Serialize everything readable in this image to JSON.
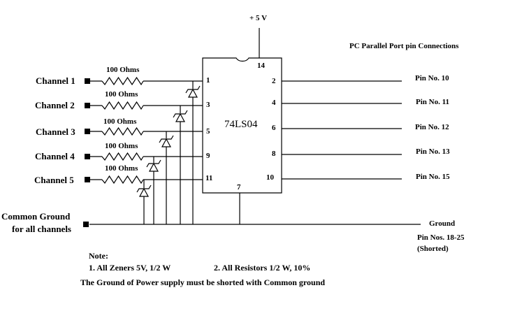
{
  "diagram": {
    "power_label": "+ 5 V",
    "title": "PC Parallel Port pin Connections",
    "chip": {
      "name": "74LS04",
      "vcc_pin": "14",
      "gnd_pin": "7",
      "input_pins": [
        "1",
        "3",
        "5",
        "9",
        "11"
      ],
      "output_pins": [
        "2",
        "4",
        "6",
        "8",
        "10"
      ]
    },
    "channels": [
      {
        "label": "Channel 1",
        "resistor": "100 Ohms",
        "input_pin": "1",
        "output_pin": "2",
        "port_pin": "Pin No. 10"
      },
      {
        "label": "Channel 2",
        "resistor": "100 Ohms",
        "input_pin": "3",
        "output_pin": "4",
        "port_pin": "Pin No. 11"
      },
      {
        "label": "Channel 3",
        "resistor": "100 Ohms",
        "input_pin": "5",
        "output_pin": "6",
        "port_pin": "Pin No. 12"
      },
      {
        "label": "Channel 4",
        "resistor": "100 Ohms",
        "input_pin": "9",
        "output_pin": "8",
        "port_pin": "Pin No. 13"
      },
      {
        "label": "Channel 5",
        "resistor": "100 Ohms",
        "input_pin": "11",
        "output_pin": "10",
        "port_pin": "Pin No. 15"
      }
    ],
    "common_ground": {
      "line1": "Common Ground",
      "line2": "for all channels"
    },
    "ground": {
      "label": "Ground",
      "pins": "Pin Nos. 18-25",
      "note": "(Shorted)"
    },
    "notes": {
      "heading": "Note:",
      "item1": "1. All Zeners 5V, 1/2 W",
      "item2": "2. All Resistors 1/2 W, 10%",
      "footer": "The Ground of Power supply must be shorted with Common ground"
    }
  }
}
